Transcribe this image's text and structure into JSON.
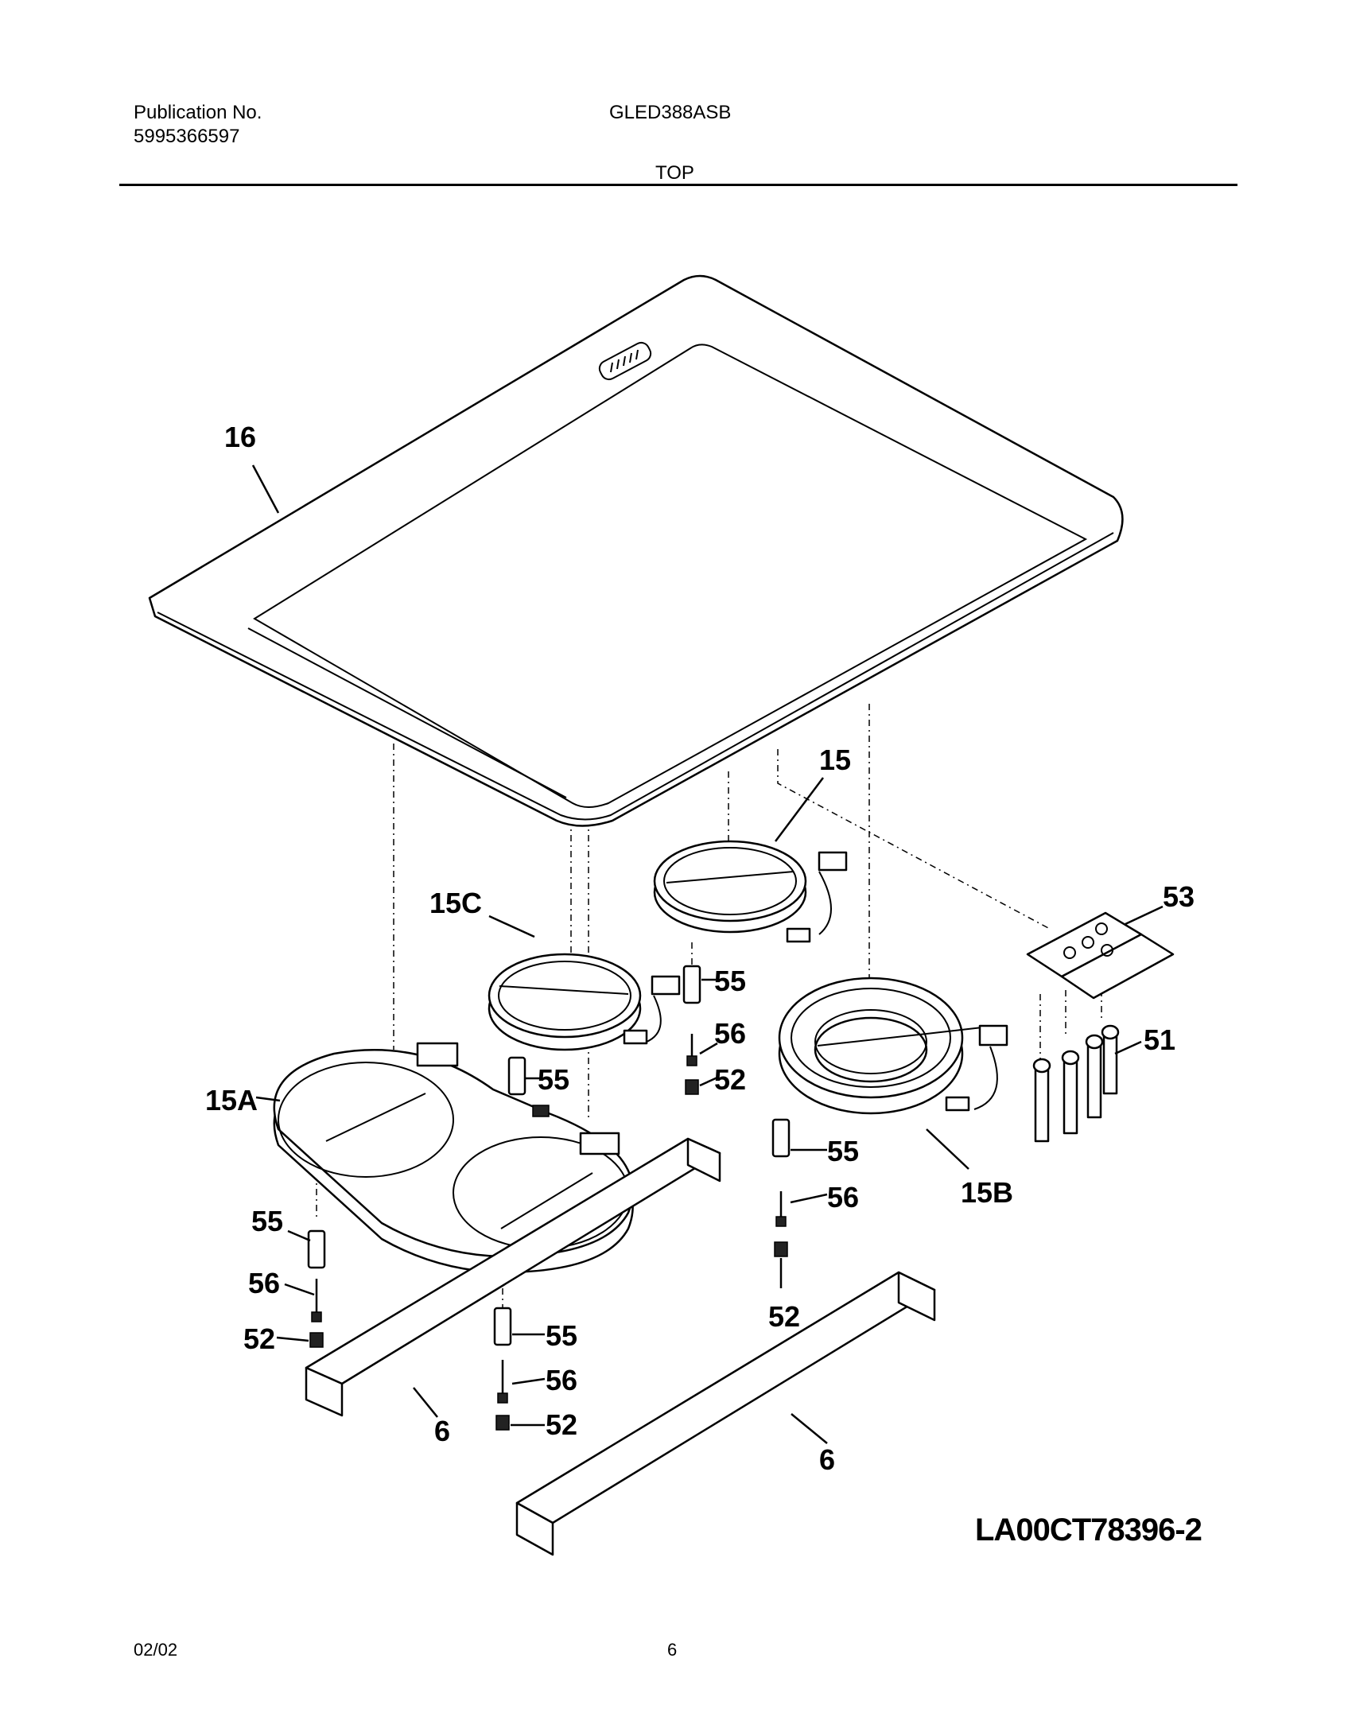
{
  "header": {
    "publication_label": "Publication No.",
    "publication_number": "5995366597",
    "model": "GLED388ASB",
    "section": "TOP"
  },
  "footer": {
    "date": "02/02",
    "page": "6"
  },
  "diagram_id": "LA00CT78396-2",
  "callouts": {
    "c16": "16",
    "c15": "15",
    "c15c": "15C",
    "c15a": "15A",
    "c15b": "15B",
    "c53": "53",
    "c51": "51",
    "c55a": "55",
    "c56a": "56",
    "c52a": "52",
    "c55b": "55",
    "c55c": "55",
    "c56c": "56",
    "c52c": "52",
    "c55d": "55",
    "c56d": "56",
    "c52d": "52",
    "c55e": "55",
    "c56e": "56",
    "c52e": "52",
    "c6a": "6",
    "c6b": "6"
  }
}
